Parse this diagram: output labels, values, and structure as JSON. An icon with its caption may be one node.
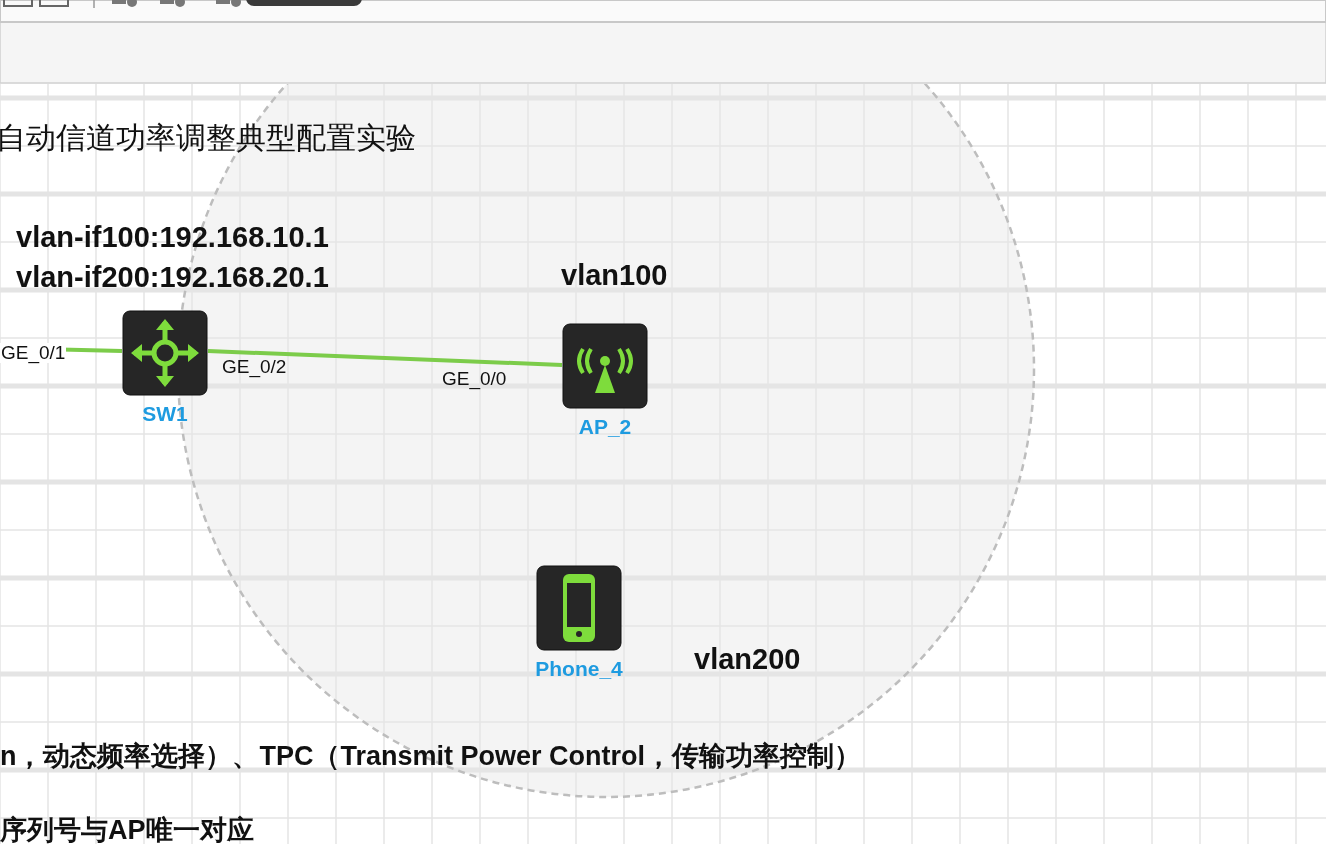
{
  "diagram": {
    "title": "自动信道功率调整典型配置实验",
    "nodes": [
      {
        "text": [
          "SW1"
        ]
      },
      {
        "text": [
          "AP_2"
        ],
        "beside": [
          "vlan100"
        ]
      },
      {
        "text": [
          "Phone_4"
        ],
        "beside": [
          "vlan200"
        ]
      }
    ],
    "edges": [
      {
        "from": null,
        "to": 0,
        "arrow": "none",
        "label": "GE_0/1"
      },
      {
        "from": 0,
        "to": 1,
        "arrow": "none"
      }
    ],
    "labels": [
      "vlan-if100:192.168.10.1",
      "vlan-if200:192.168.20.1",
      "GE_0/2",
      "GE_0/0",
      "n，动态频率选择）、TPC（Transmit Power Control，传输功率控制）",
      "序列号与AP唯一对应"
    ]
  }
}
